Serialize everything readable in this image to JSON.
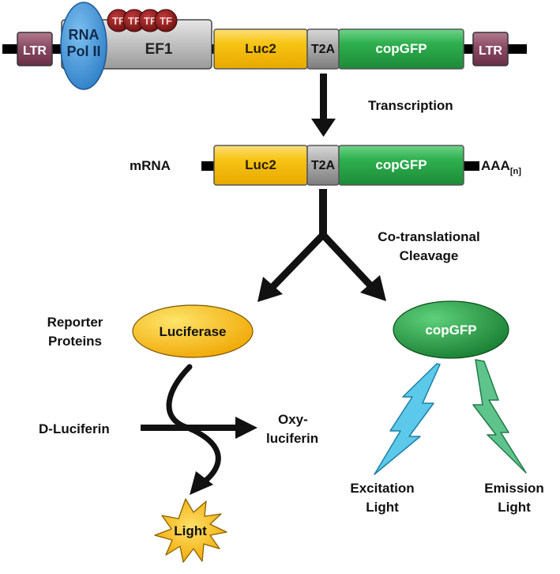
{
  "construct": {
    "ltr_left": "LTR",
    "ltr_right": "LTR",
    "pol_line1": "RNA",
    "pol_line2": "Pol II",
    "tf": [
      "TF",
      "TF",
      "TF",
      "TF"
    ],
    "ef1": "EF1",
    "luc2": "Luc2",
    "t2a": "T2A",
    "copgfp": "copGFP"
  },
  "transcription_label": "Transcription",
  "mrna": {
    "label": "mRNA",
    "luc2": "Luc2",
    "t2a": "T2A",
    "copgfp": "copGFP",
    "polya": "AAA",
    "polya_sub": "[n]"
  },
  "cleavage": {
    "line1": "Co-translational",
    "line2": "Cleavage"
  },
  "reporter": {
    "line1": "Reporter",
    "line2": "Proteins"
  },
  "luciferase_label": "Luciferase",
  "copgfp_protein_label": "copGFP",
  "substrate_label": "D-Luciferin",
  "product": {
    "line1": "Oxy-",
    "line2": "luciferin"
  },
  "light_label": "Light",
  "excitation": {
    "line1": "Excitation",
    "line2": "Light"
  },
  "emission": {
    "line1": "Emission",
    "line2": "Light"
  },
  "colors": {
    "luc_yellow": "#f6c411",
    "gfp_green": "#2ea84a",
    "ltr_purple": "#8a4a63",
    "pol_blue": "#3d8fd6",
    "tf_red": "#8b1a1a",
    "excitation_blue": "#5cc8ea",
    "emission_green": "#5fc48b",
    "light_burst": "#f5b400"
  }
}
